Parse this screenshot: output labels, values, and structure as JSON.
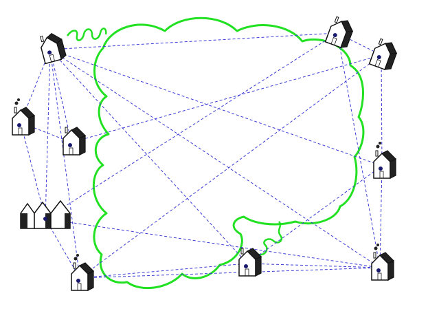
{
  "diagram": {
    "houses": [
      {
        "id": "h1",
        "kind": "house-tilted-left"
      },
      {
        "id": "h2",
        "kind": "house-smoking"
      },
      {
        "id": "h3",
        "kind": "house"
      },
      {
        "id": "h4",
        "kind": "row-of-three-houses"
      },
      {
        "id": "h5",
        "kind": "house-smoking"
      },
      {
        "id": "h6",
        "kind": "house-tilted-right"
      },
      {
        "id": "h7",
        "kind": "house-tilted-right"
      },
      {
        "id": "h8",
        "kind": "house-smoking"
      },
      {
        "id": "h9",
        "kind": "house"
      },
      {
        "id": "h10",
        "kind": "house-smoking"
      }
    ],
    "links": [
      [
        "h1",
        "h6"
      ],
      [
        "h1",
        "h2"
      ],
      [
        "h1",
        "h3"
      ],
      [
        "h1",
        "h4"
      ],
      [
        "h1",
        "h5"
      ],
      [
        "h1",
        "h8"
      ],
      [
        "h1",
        "h9"
      ],
      [
        "h1",
        "h10"
      ],
      [
        "h2",
        "h3"
      ],
      [
        "h2",
        "h4"
      ],
      [
        "h3",
        "h7"
      ],
      [
        "h4",
        "h5"
      ],
      [
        "h4",
        "h10"
      ],
      [
        "h5",
        "h10"
      ],
      [
        "h5",
        "h9"
      ],
      [
        "h6",
        "h7"
      ],
      [
        "h6",
        "h4"
      ],
      [
        "h6",
        "h10"
      ],
      [
        "h7",
        "h8"
      ],
      [
        "h7",
        "h5"
      ],
      [
        "h8",
        "h9"
      ],
      [
        "h8",
        "h10"
      ],
      [
        "h10",
        "h9"
      ]
    ],
    "colors": {
      "link": "#3b3bd6",
      "cloud": "#22e022",
      "outline": "#111111",
      "node": "#1a1a6e"
    },
    "icons": [
      "house-icon",
      "chimney-smoke-icon",
      "network-cloud-icon"
    ]
  }
}
